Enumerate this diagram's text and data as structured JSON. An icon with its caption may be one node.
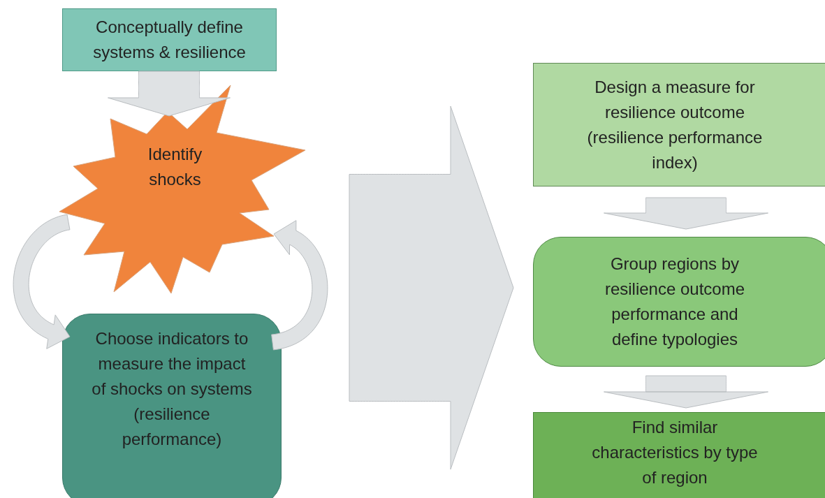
{
  "diagram": {
    "nodes": [
      {
        "text": [
          "Conceptually define systems & resilience"
        ]
      },
      {
        "text": [
          "Identify shocks"
        ]
      },
      {
        "text": [
          "Choose indicators to measure the impact of shocks on systems (resilience performance)"
        ]
      },
      {
        "text": [
          "Design a measure for resilience outcome (resilience performance index)"
        ]
      },
      {
        "text": [
          "Group regions by resilience outcome performance and define typologies"
        ]
      },
      {
        "text": [
          "Find similar characteristics by type of region"
        ]
      }
    ],
    "edges": [
      {
        "from": 0,
        "to": 1,
        "arrow": "to"
      },
      {
        "from": 1,
        "to": 2,
        "arrow": "to"
      },
      {
        "from": 2,
        "to": 1,
        "arrow": "to"
      },
      {
        "from": 2,
        "to": 4,
        "arrow": "to"
      },
      {
        "from": 3,
        "to": 4,
        "arrow": "to"
      },
      {
        "from": 4,
        "to": 5,
        "arrow": "to"
      }
    ]
  }
}
